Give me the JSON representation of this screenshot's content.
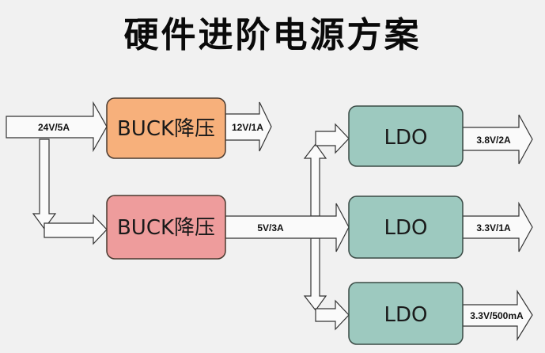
{
  "title": "硬件进阶电源方案",
  "colors": {
    "buck1_fill": "#F7B07B",
    "buck2_fill": "#EE9C9C",
    "ldo_fill": "#9DC9BF",
    "arrow_fill": "#fafafa",
    "stroke": "#333333"
  },
  "input": {
    "label": "24V/5A"
  },
  "buck_converters": [
    {
      "label": "BUCK降压",
      "output": "12V/1A"
    },
    {
      "label": "BUCK降压",
      "output": "5V/3A"
    }
  ],
  "ldos": [
    {
      "label": "LDO",
      "output": "3.8V/2A"
    },
    {
      "label": "LDO",
      "output": "3.3V/1A"
    },
    {
      "label": "LDO",
      "output": "3.3V/500mA"
    }
  ]
}
